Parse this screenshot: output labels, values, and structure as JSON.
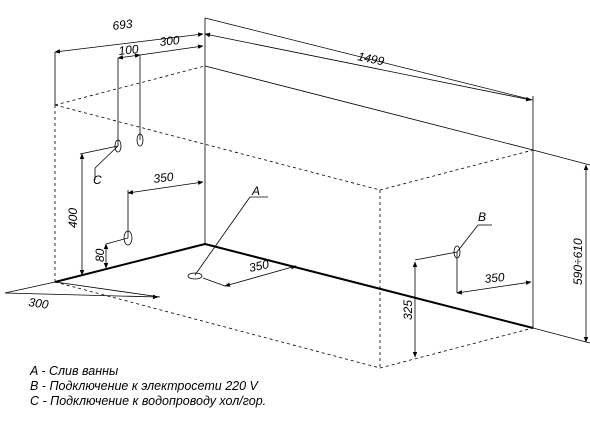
{
  "dimensions": {
    "width_693": "693",
    "d100": "100",
    "d300_top": "300",
    "length_1499": "1499",
    "d350_upper": "350",
    "d350_middle": "350",
    "d350_right": "350",
    "height_400": "400",
    "height_80": "80",
    "height_325": "325",
    "height_590_610": "590÷610",
    "d300_left": "300"
  },
  "markers": {
    "a": "A",
    "b": "B",
    "c": "C"
  },
  "legend": [
    "A - Слив ванны",
    "B - Подключение к электросети 220 V",
    "C - Подключение к водопроводу хол/гор."
  ]
}
